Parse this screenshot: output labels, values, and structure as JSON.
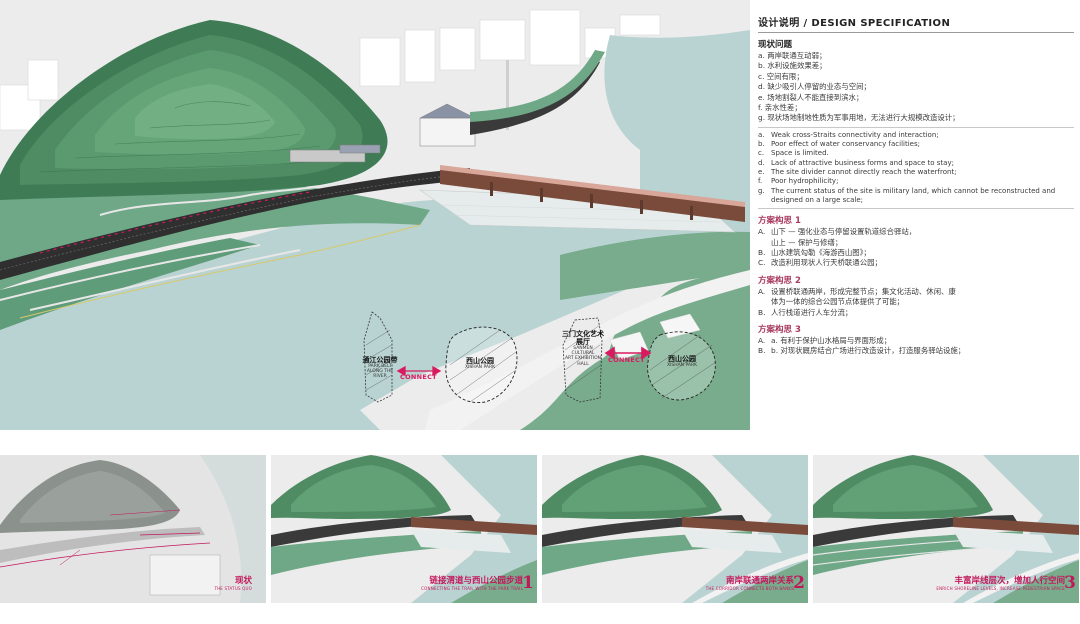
{
  "spec": {
    "title": "设计说明 / DESIGN SPECIFICATION",
    "current": {
      "heading": "现状问题",
      "cn_items": [
        "a. 两岸联通互动弱；",
        "b. 水利设施效果差；",
        "c. 空间有限；",
        "d. 缺少吸引人停留的业态与空间；",
        "e. 场地割裂人不能直接到滨水；",
        "f. 亲水性差；",
        "g. 现状场地制地性质为军事用地，无法进行大规模改造设计；"
      ],
      "en_items": [
        {
          "lead": "a.",
          "text": "Weak cross-Straits connectivity and interaction;"
        },
        {
          "lead": "b.",
          "text": "Poor effect of water conservancy facilities;"
        },
        {
          "lead": "c.",
          "text": "Space is limited."
        },
        {
          "lead": "d.",
          "text": "Lack of attractive business forms and space to stay;"
        },
        {
          "lead": "e.",
          "text": "The site divider cannot directly reach the waterfront;"
        },
        {
          "lead": "f.",
          "text": "Poor hydrophilicity;"
        },
        {
          "lead": "g.",
          "text": "The current status of the site is military land, which cannot be reconstructed and designed on a large scale;"
        }
      ]
    },
    "concept1": {
      "heading": "方案构思 1",
      "items": [
        {
          "lead": "A.",
          "text": "山下 — 强化业态与停留设置轨道综合驿站，"
        },
        {
          "lead": "",
          "text": "山上 — 保护与修缮；"
        },
        {
          "lead": "B.",
          "text": "山水建筑勾勒《海游西山图》；"
        },
        {
          "lead": "C.",
          "text": "改造利用现状人行天桥联通公园；"
        }
      ]
    },
    "concept2": {
      "heading": "方案构思 2",
      "items": [
        {
          "lead": "A.",
          "text": "设置桥联通两岸，形成完整节点；集文化活动、休闲、康"
        },
        {
          "lead": "",
          "text": "体为一体的综合公园节点体提供了可能；"
        },
        {
          "lead": "B.",
          "text": "人行栈道进行人车分流；"
        }
      ]
    },
    "concept3": {
      "heading": "方案构思 3",
      "items": [
        {
          "lead": "A.",
          "text": "a. 有利于保护山水格局与界面形成；"
        },
        {
          "lead": "B.",
          "text": "b. 对现状厩房结合广场进行改造设计，打造服务驿站设施；"
        }
      ]
    }
  },
  "plan": {
    "parks": [
      {
        "cn": "通江公园带",
        "en": "PARK BELT\nALONG THE\nRIVER"
      },
      {
        "cn": "西山公园",
        "en": "XISHAN PARK"
      },
      {
        "cn": "三门文化艺术展厅",
        "en": "SANMEN\nCULTURAL\nART EXHIBITION\nHALL"
      },
      {
        "cn": "西山公园",
        "en": "XISHAN PARK"
      }
    ],
    "connect_label": "CONNECT"
  },
  "stages": [
    {
      "cn": "现状",
      "en": "THE STATUS QUO",
      "num": ""
    },
    {
      "cn": "链接渭道与西山公园步道",
      "en": "CONNECTING THE TRAIL WITH THE PARK TRAIL",
      "num": "1"
    },
    {
      "cn": "南岸联通两岸关系",
      "en": "THE CORRIDOR CONNECTS BOTH BANKS",
      "num": "2"
    },
    {
      "cn": "丰富岸线层次，增加人行空间",
      "en": "ENRICH SHORELINE LEVELS, INCREASE PEDESTRIAN SPACE",
      "num": "3"
    }
  ],
  "colors": {
    "accent": "#d81b60",
    "mountain": "#4f8a63",
    "water": "#b9d3d2",
    "grass": "#6fa887"
  }
}
